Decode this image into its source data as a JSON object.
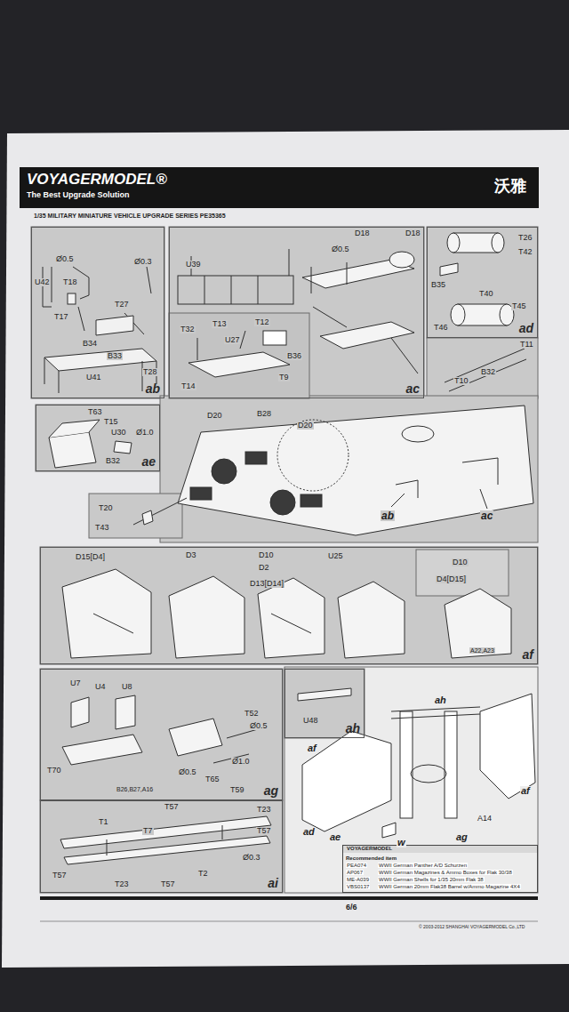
{
  "diagram": {
    "title": "1/35 MILITARY MINIATURE VEHICLE UPGRADE SERIES PE35365",
    "nodes": [
      {
        "text": [
          "VOYAGERMODEL®",
          "The Best Upgrade Solution",
          "沃雅"
        ]
      },
      {
        "text": [
          "ab"
        ]
      },
      {
        "text": [
          "ac"
        ]
      },
      {
        "text": [
          "ad"
        ]
      },
      {
        "text": [
          "ae"
        ]
      },
      {
        "text": [
          "af"
        ]
      },
      {
        "text": [
          "ag"
        ]
      },
      {
        "text": [
          "ah"
        ]
      },
      {
        "text": [
          "ai"
        ]
      },
      {
        "text": [
          "Recommended item"
        ]
      }
    ],
    "labels": [
      "Ø0.5",
      "Ø0.3",
      "U42",
      "T18",
      "T17",
      "T27",
      "B34",
      "U41",
      "T28",
      "B33",
      "U39",
      "D18",
      "D18",
      "Ø0.5",
      "T32",
      "T13",
      "T12",
      "U27",
      "B36",
      "T9",
      "T14",
      "T26",
      "T42",
      "B35",
      "T40",
      "T45",
      "T46",
      "T11",
      "B32",
      "T10",
      "T63",
      "T15",
      "U30",
      "Ø1.0",
      "B32",
      "D20",
      "B28",
      "D20",
      "ab",
      "ac",
      "T20",
      "T43",
      "D15[D4]",
      "D3",
      "D10",
      "D2",
      "D13[D14]",
      "U25",
      "D10",
      "D4[D15]",
      "A22,A23",
      "U7",
      "U4",
      "U8",
      "T70",
      "T52",
      "Ø0.5",
      "Ø0.5",
      "T65",
      "Ø1.0",
      "T59",
      "B26,B27,A16",
      "U48",
      "T57",
      "T1",
      "T7",
      "T23",
      "T57",
      "T57",
      "T2",
      "T23",
      "T57",
      "Ø0.3",
      "ah",
      "af",
      "af",
      "A14",
      "ad",
      "ae",
      "w",
      "ag",
      "VOYAGERMODEL",
      "PEA074",
      "WWII German Panther A/D Schurzen",
      "AP067",
      "WWII German Magazines & Ammo Boxes for Flak 30/38",
      "ME-A039",
      "WWII German Shells for 1/35 20mm Flak 38",
      "VBS0137",
      "WWII German 20mm Flak38 Barrel w/Ammo Magazine 4X4",
      "6/6",
      "© 2003-2012 SHANGHAI VOYAGERMODEL Co.,LTD"
    ]
  }
}
